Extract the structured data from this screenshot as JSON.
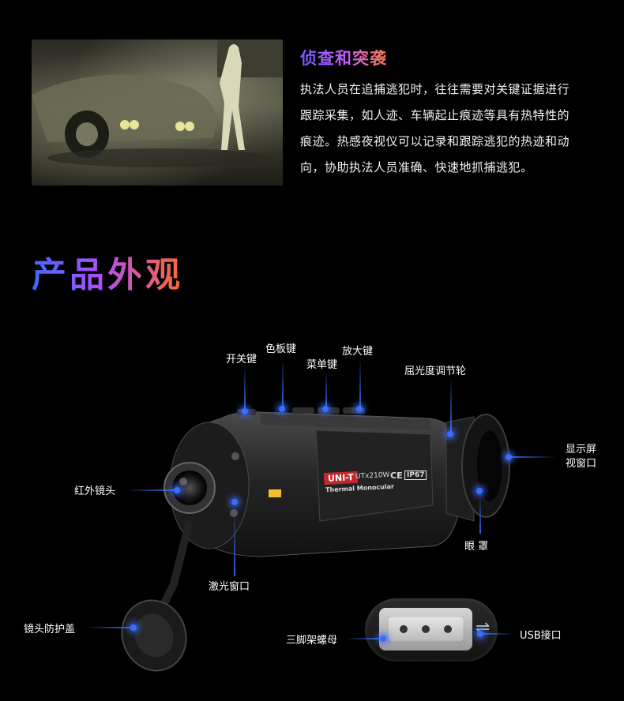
{
  "section": {
    "heading": "侦查和突袭",
    "lines": [
      "执法人员在追捕逃犯时，往往需要对关键证据进行",
      "跟踪采集，如人迹、车辆起止痕迹等具有热特性的",
      "痕迹。热感夜视仪可以记录和跟踪逃犯的热迹和动",
      "向，协助执法人员准确、快速地抓捕逃犯。"
    ]
  },
  "appearance": {
    "title": "产品外观"
  },
  "device": {
    "brand": "UNI-T",
    "model": "UTx210W",
    "subtitle": "Thermal Monocular",
    "ce": "CE",
    "ip": "IP67"
  },
  "callouts": {
    "power_key": "开关键",
    "palette_key": "色板键",
    "menu_key": "菜单键",
    "zoom_key": "放大键",
    "diopter_wheel": "屈光度调节轮",
    "display_window_1": "显示屏",
    "display_window_2": "视窗口",
    "ir_lens": "红外镜头",
    "eye_cup": "眼 罩",
    "laser_window": "激光窗口",
    "lens_cap": "镜头防护盖",
    "tripod_nut": "三脚架螺母",
    "usb_port": "USB接口"
  },
  "colors": {
    "accent_blue": "#3b6cff",
    "title_gradient_start": "#3d6bff",
    "title_gradient_mid": "#b24cff",
    "title_gradient_end": "#ff6a2a"
  }
}
